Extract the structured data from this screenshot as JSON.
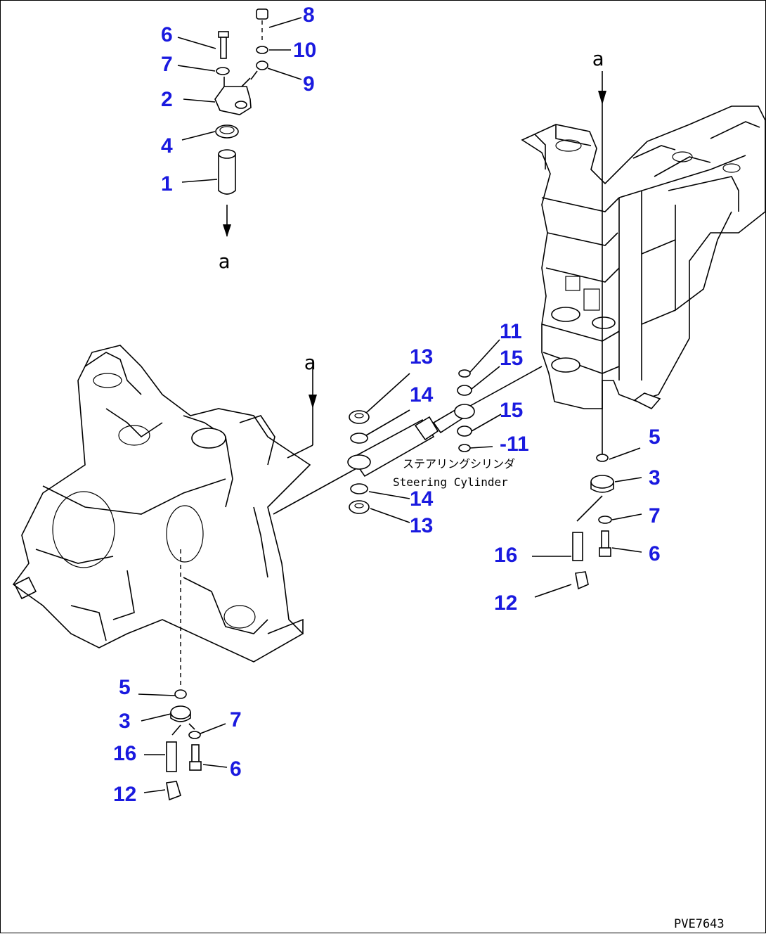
{
  "diagram": {
    "code": "PVE7643",
    "cylinder_name_jp": "ステアリングシリンダ",
    "cylinder_name_en": "Steering Cylinder",
    "reference_letter": "a",
    "callouts": {
      "top_6": "6",
      "top_7": "7",
      "top_2": "2",
      "top_4": "4",
      "top_1": "1",
      "top_8": "8",
      "top_10": "10",
      "top_9": "9",
      "mid_13a": "13",
      "mid_14a": "14",
      "mid_14b": "14",
      "mid_13b": "13",
      "mid_11a": "11",
      "mid_15a": "15",
      "mid_15b": "15",
      "mid_11b": "11",
      "right_5": "5",
      "right_3": "3",
      "right_7": "7",
      "right_6": "6",
      "right_16": "16",
      "right_12": "12",
      "left_5": "5",
      "left_3": "3",
      "left_7": "7",
      "left_16": "16",
      "left_6": "6",
      "left_12": "12"
    }
  }
}
